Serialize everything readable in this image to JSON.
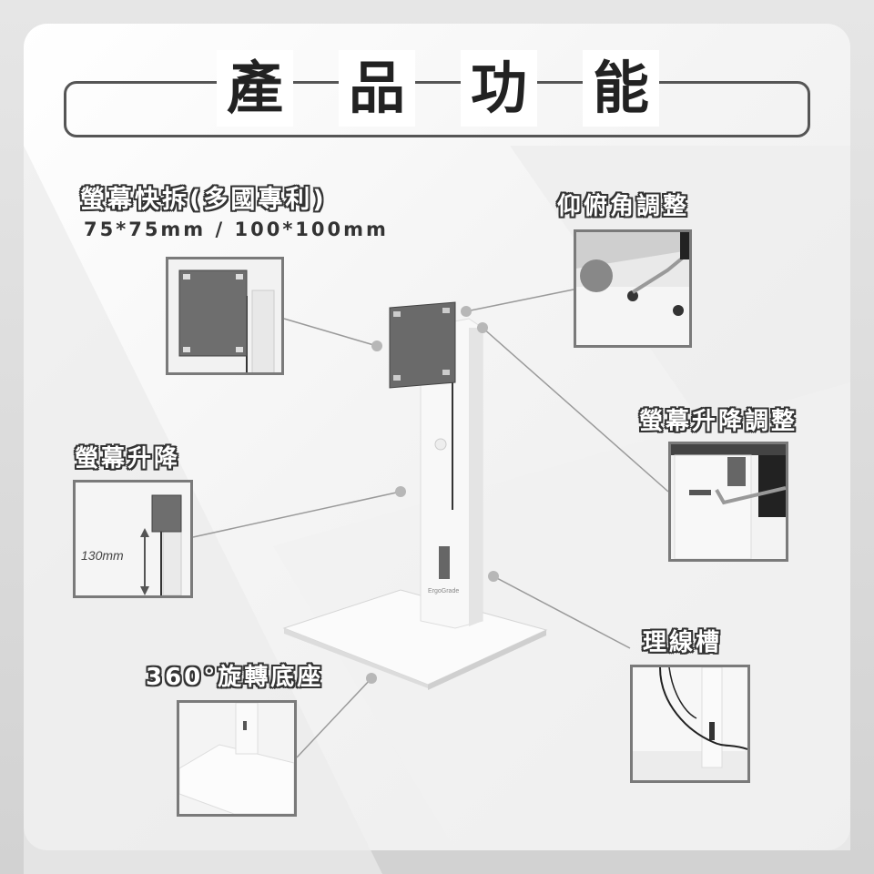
{
  "header": {
    "title_chars": [
      "產",
      "品",
      "功",
      "能"
    ]
  },
  "features": {
    "quick_release": {
      "label": "螢幕快拆(多國專利)",
      "spec": "75*75mm / 100*100mm"
    },
    "tilt": {
      "label": "仰俯角調整"
    },
    "height_adjust": {
      "label": "螢幕升降調整"
    },
    "lift": {
      "label": "螢幕升降",
      "range": "130mm"
    },
    "cable": {
      "label": "理線槽"
    },
    "swivel": {
      "label": "360°旋轉底座"
    }
  },
  "brand": {
    "name": "ErgoGrade"
  }
}
